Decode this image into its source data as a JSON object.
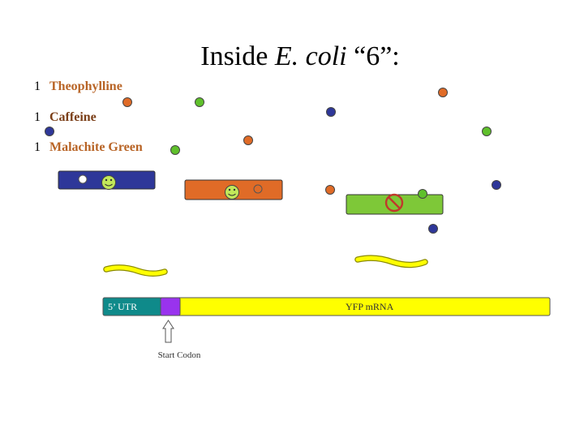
{
  "title": {
    "prefix": "Inside ",
    "organism": "E. coli",
    "suffix": "  “6”:"
  },
  "legend": [
    {
      "count": "1",
      "label": "Theophylline",
      "label_color": "#b86426"
    },
    {
      "count": "1",
      "label": "Caffeine",
      "label_color": "#7a3e17"
    },
    {
      "count": "1",
      "label": "Malachite Green",
      "label_color": "#b86426"
    }
  ],
  "mrna": {
    "utr_label": "5’ UTR",
    "body_label": "YFP mRNA",
    "start_codon_label": "Start Codon"
  },
  "colors": {
    "theophylline": "#e06b27",
    "caffeine": "#2e3799",
    "malachite_green": "#5fc02b",
    "riboswitch_blue": "#2e3799",
    "riboswitch_orange": "#e06b27",
    "riboswitch_green": "#7ec838",
    "utr": "#0f8a8a",
    "start_codon": "#9933ee",
    "yfp": "#ffff00",
    "smiley": "#c2e85a",
    "inhibit": "#c0392b"
  },
  "icons": {
    "happy": "smiley-face-icon",
    "blocked": "no-entry-icon",
    "arrow": "up-arrow-icon"
  }
}
